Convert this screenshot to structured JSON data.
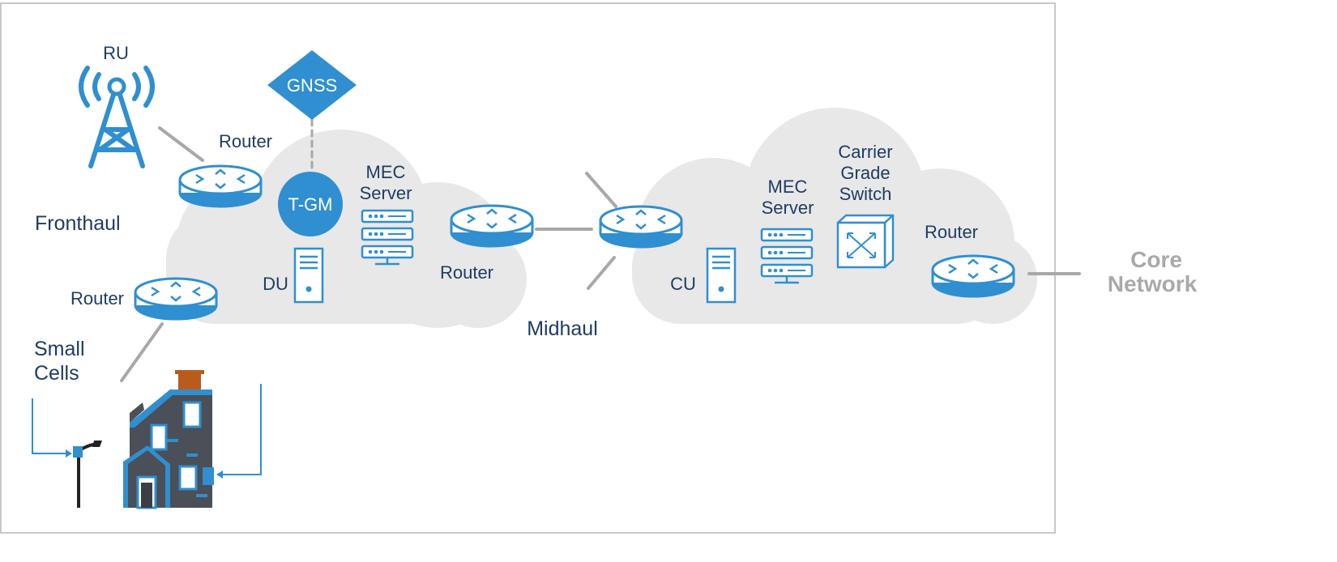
{
  "colors": {
    "accent": "#2f8fd0",
    "navy": "#1f3c63",
    "cloud": "#e8e8e8",
    "link": "#a8a8a8",
    "core_text": "#a9a9a9",
    "frame": "#c8c8c8"
  },
  "labels": {
    "ru": "RU",
    "gnss": "GNSS",
    "tgm": "T-GM",
    "router_fronthaul_top": "Router",
    "mec_server_left_1": "MEC",
    "mec_server_left_2": "Server",
    "fronthaul": "Fronthaul",
    "du": "DU",
    "router_fronthaul_bottom": "Router",
    "router_edge_cloud": "Router",
    "small_cells_1": "Small",
    "small_cells_2": "Cells",
    "midhaul": "Midhaul",
    "mec_server_right_1": "MEC",
    "mec_server_right_2": "Server",
    "carrier_switch_1": "Carrier",
    "carrier_switch_2": "Grade",
    "carrier_switch_3": "Switch",
    "router_core_side": "Router",
    "cu": "CU",
    "core_network_1": "Core",
    "core_network_2": "Network"
  },
  "icons": {
    "tower": "radio-tower-icon",
    "router": "router-icon",
    "server_rack": "server-rack-icon",
    "tower_pc": "tower-computer-icon",
    "switch": "switch-icon",
    "building": "building-icon",
    "lamp_post": "lamp-post-icon"
  }
}
